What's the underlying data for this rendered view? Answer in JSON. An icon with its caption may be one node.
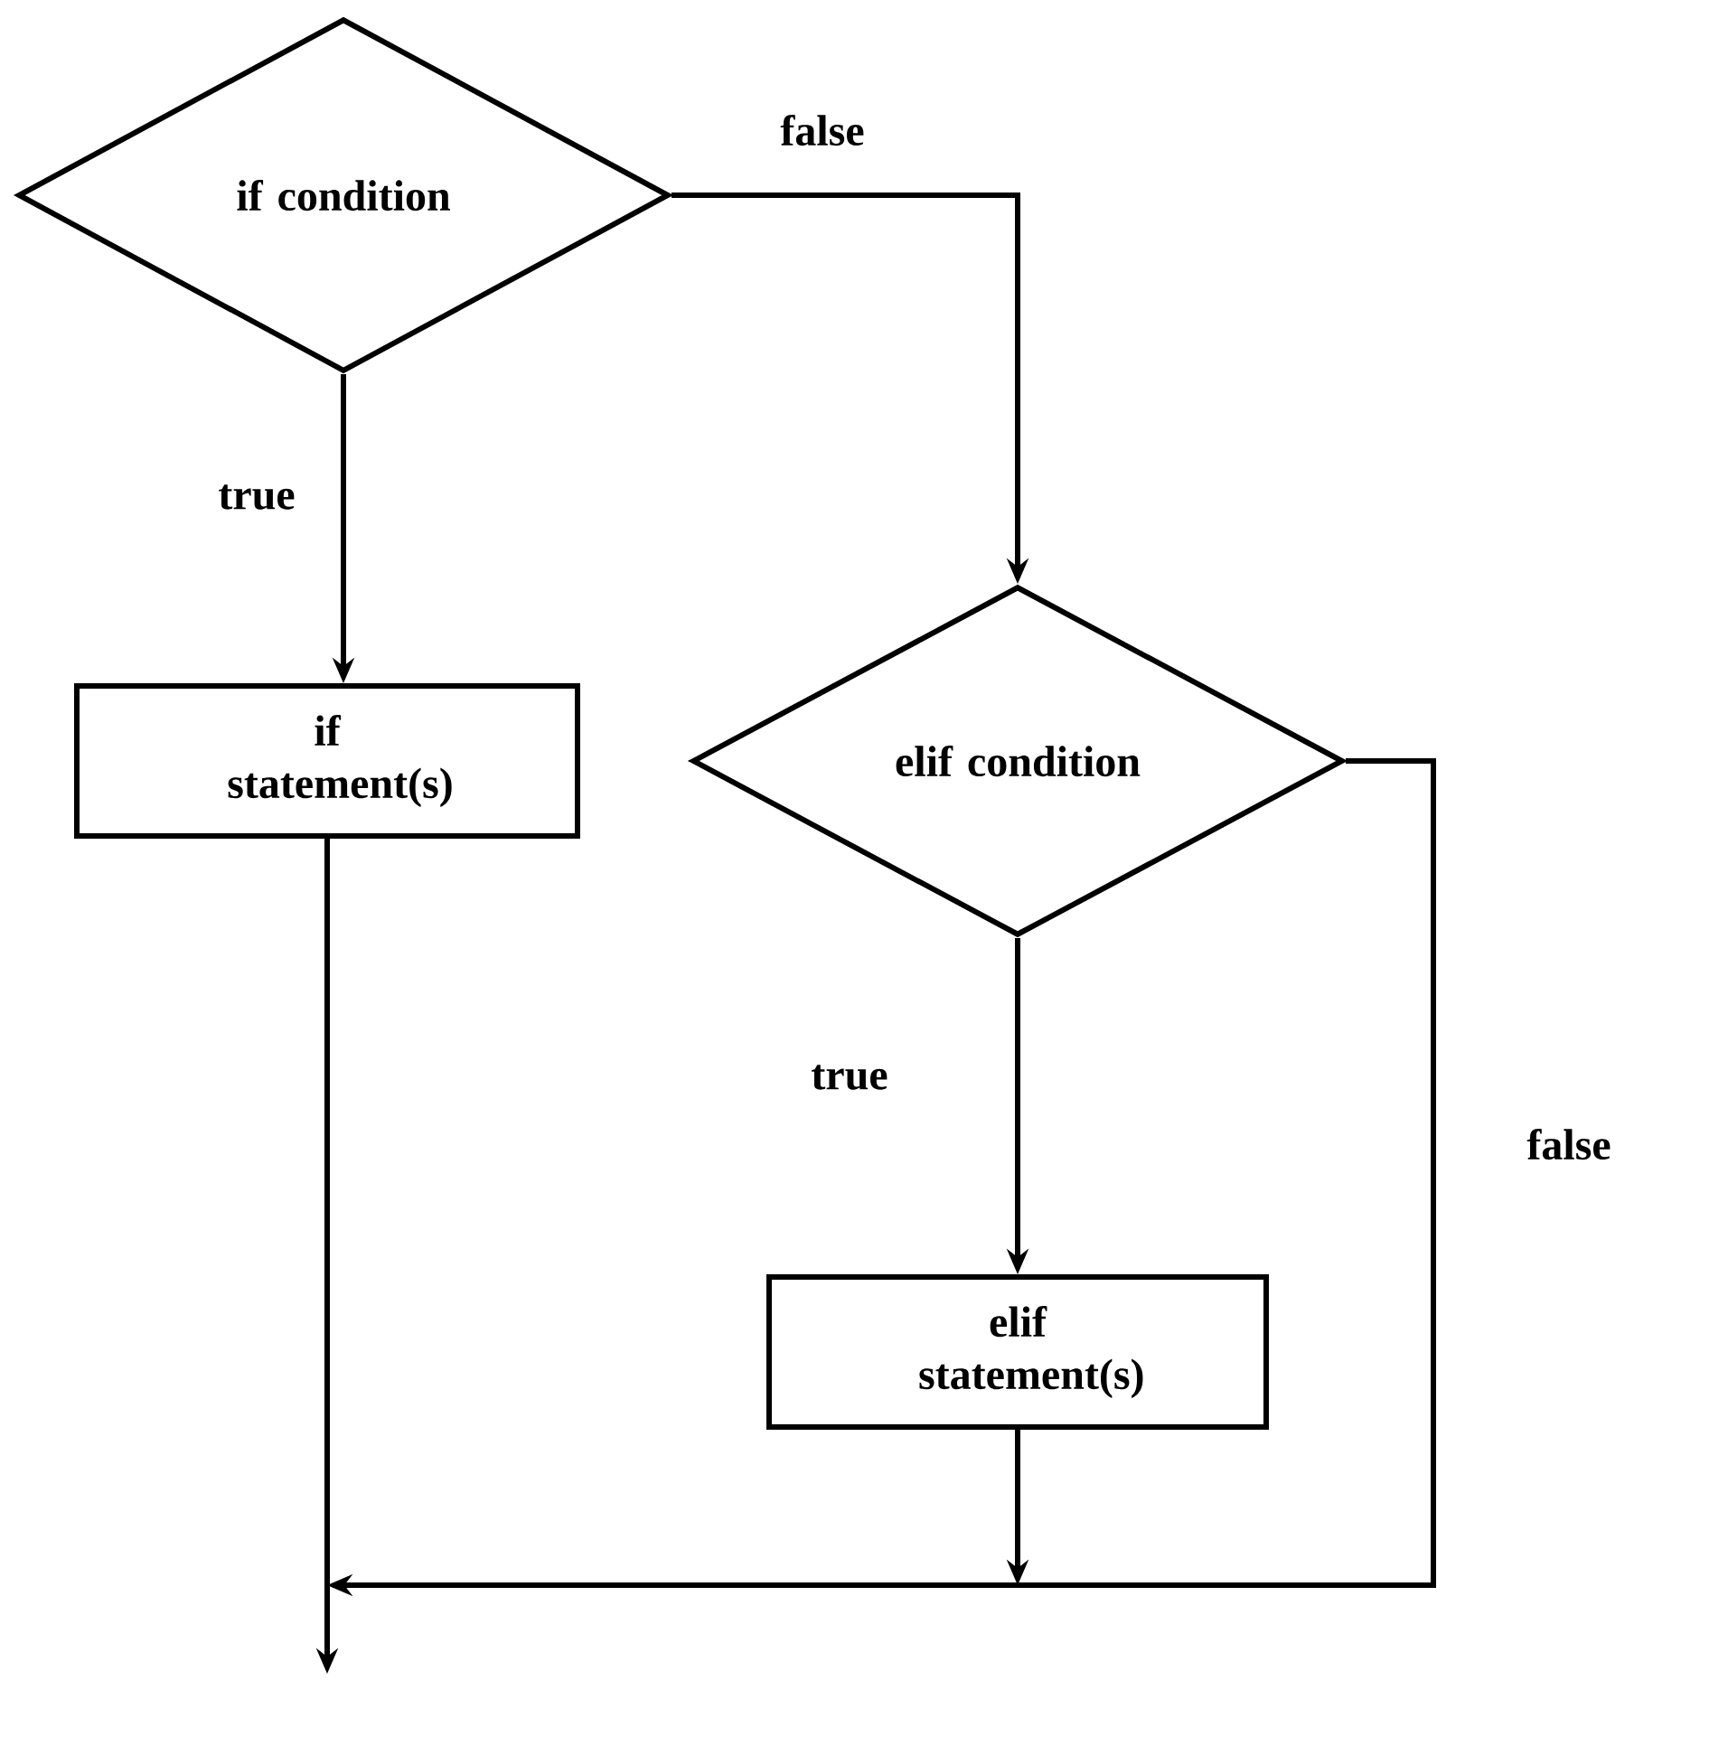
{
  "diagram": {
    "nodes": [
      {
        "text": [
          "if condition"
        ]
      },
      {
        "text": [
          "if statement(s)"
        ]
      },
      {
        "text": [
          "elif condition"
        ]
      },
      {
        "text": [
          "elif statement(s)"
        ]
      }
    ],
    "edges": [
      {
        "from": 0,
        "to": 1,
        "arrow": "to",
        "label": "true"
      },
      {
        "from": 0,
        "to": 2,
        "arrow": "to",
        "label": "false"
      },
      {
        "from": 1,
        "to": null,
        "arrow": "to"
      },
      {
        "from": 2,
        "to": null,
        "arrow": "to",
        "label": "false"
      },
      {
        "from": 3,
        "to": null,
        "arrow": "to"
      },
      {
        "from": 2,
        "to": 3,
        "arrow": "to",
        "label": "true"
      }
    ]
  }
}
